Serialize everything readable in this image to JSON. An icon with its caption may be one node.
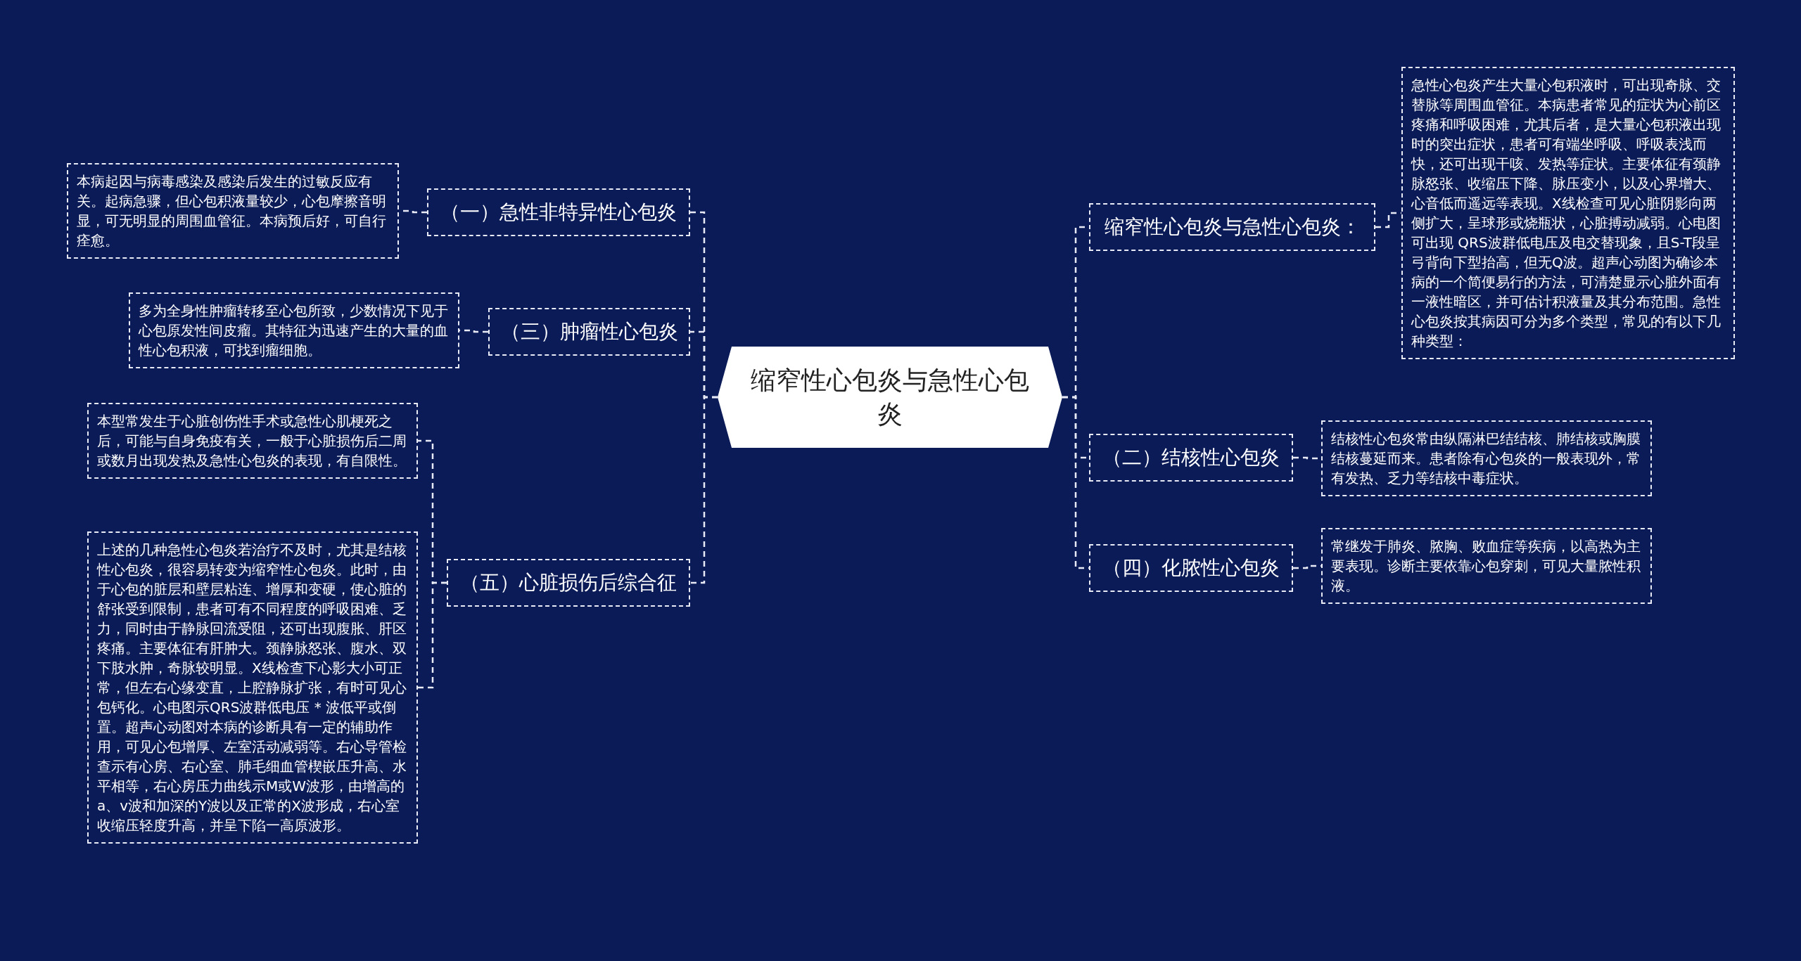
{
  "diagram": {
    "nodes": [
      {
        "text": [
          "缩窄性心包炎与急性心包炎"
        ]
      },
      {
        "text": [
          "（一）急性非特异性心包炎"
        ]
      },
      {
        "text": [
          "本病起因与病毒感染及感染后发生的过敏反应有关。起病急骤，但心包积液量较少，心包摩擦音明显，可无明显的周围血管征。本病预后好，可自行痊愈。"
        ]
      },
      {
        "text": [
          "（三）肿瘤性心包炎"
        ]
      },
      {
        "text": [
          "多为全身性肿瘤转移至心包所致，少数情况下见于心包原发性间皮瘤。其特征为迅速产生的大量的血性心包积液，可找到瘤细胞。"
        ]
      },
      {
        "text": [
          "（五）心脏损伤后综合征"
        ]
      },
      {
        "text": [
          "本型常发生于心脏创伤性手术或急性心肌梗死之后，可能与自身免疫有关，一般于心脏损伤后二周或数月出现发热及急性心包炎的表现，有自限性。"
        ]
      },
      {
        "text": [
          "上述的几种急性心包炎若治疗不及时，尤其是结核性心包炎，很容易转变为缩窄性心包炎。此时，由于心包的脏层和壁层粘连、增厚和变硬，使心脏的舒张受到限制，患者可有不同程度的呼吸困难、乏力，同时由于静脉回流受阻，还可出现腹胀、肝区疼痛。主要体征有肝肿大。颈静脉怒张、腹水、双下肢水肿，奇脉较明显。X线检查下心影大小可正常，但左右心缘变直，上腔静脉扩张，有时可见心包钙化。心电图示QRS波群低电压 * 波低平或倒置。超声心动图对本病的诊断具有一定的辅助作用，可见心包增厚、左室活动减弱等。右心导管检查示有心房、右心室、肺毛细血管楔嵌压升高、水平相等，右心房压力曲线示M或W波形，由增高的a、v波和加深的Y波以及正常的X波形成，右心室收缩压轻度升高，并呈下陷一高原波形。"
        ]
      },
      {
        "text": [
          "缩窄性心包炎与急性心包炎："
        ]
      },
      {
        "text": [
          "急性心包炎产生大量心包积液时，可出现奇脉、交替脉等周围血管征。本病患者常见的症状为心前区疼痛和呼吸困难，尤其后者，是大量心包积液出现时的突出症状，患者可有端坐呼吸、呼吸表浅而快，还可出现干咳、发热等症状。主要体征有颈静脉怒张、收缩压下降、脉压变小，以及心界增大、心音低而遥远等表现。X线检查可见心脏阴影向两侧扩大，呈球形或烧瓶状，心脏搏动减弱。心电图可出现 QRS波群低电压及电交替现象，且S-T段呈弓背向下型抬高，但无Q波。超声心动图为确诊本病的一个简便易行的方法，可清楚显示心脏外面有一液性暗区，并可估计积液量及其分布范围。急性心包炎按其病因可分为多个类型，常见的有以下几种类型："
        ]
      },
      {
        "text": [
          "（二）结核性心包炎"
        ]
      },
      {
        "text": [
          "结核性心包炎常由纵隔淋巴结结核、肺结核或胸膜结核蔓延而来。患者除有心包炎的一般表现外，常有发热、乏力等结核中毒症状。"
        ]
      },
      {
        "text": [
          "（四）化脓性心包炎"
        ]
      },
      {
        "text": [
          "常继发于肺炎、脓胸、败血症等疾病，以高热为主要表现。诊断主要依靠心包穿刺，可见大量脓性积液。"
        ]
      }
    ],
    "edges": [
      {
        "from": 0,
        "to": 1,
        "arrow": "none"
      },
      {
        "from": 1,
        "to": 2,
        "arrow": "none"
      },
      {
        "from": 0,
        "to": 3,
        "arrow": "none"
      },
      {
        "from": 3,
        "to": 4,
        "arrow": "none"
      },
      {
        "from": 0,
        "to": 5,
        "arrow": "none"
      },
      {
        "from": 5,
        "to": 6,
        "arrow": "none"
      },
      {
        "from": 5,
        "to": 7,
        "arrow": "none"
      },
      {
        "from": 0,
        "to": 8,
        "arrow": "none"
      },
      {
        "from": 8,
        "to": 9,
        "arrow": "none"
      },
      {
        "from": 0,
        "to": 10,
        "arrow": "none"
      },
      {
        "from": 10,
        "to": 11,
        "arrow": "none"
      },
      {
        "from": 0,
        "to": 12,
        "arrow": "none"
      },
      {
        "from": 12,
        "to": 13,
        "arrow": "none"
      }
    ]
  }
}
